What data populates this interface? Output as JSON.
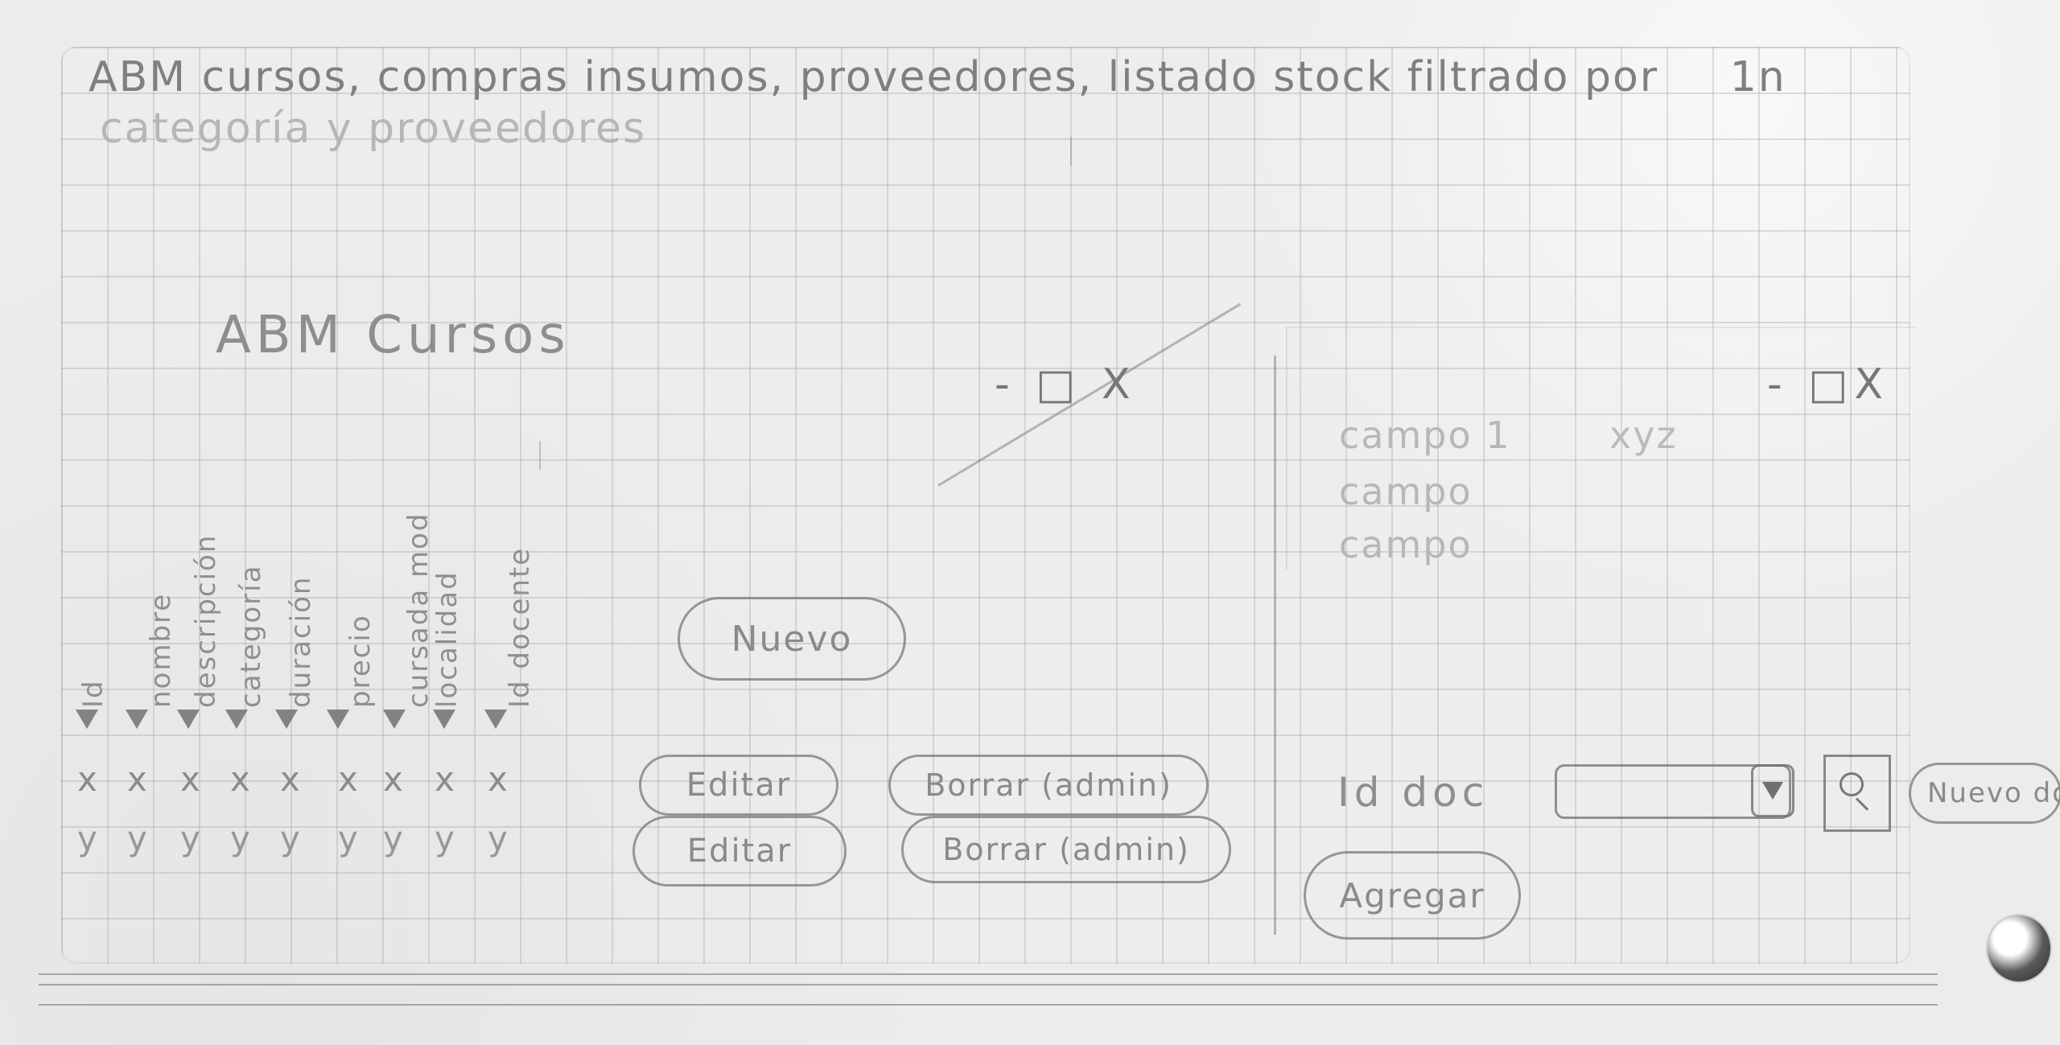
{
  "sketch": {
    "header": {
      "line1": "ABM cursos, compras insumos, proveedores, listado stock filtrado por",
      "line1_tail": "1n",
      "line2": "categoría y proveedores"
    },
    "title": "ABM Cursos",
    "left_window_controls": "- □ X",
    "right_window_controls": "- □X",
    "table": {
      "headers": [
        "Id",
        "nombre",
        "descripción",
        "categoría",
        "duración",
        "precio",
        "cursada mod",
        "localidad",
        "Id docente"
      ],
      "row_x": [
        "x",
        "x",
        "x",
        "x",
        "x",
        "x",
        "x",
        "x",
        "x"
      ],
      "row_y": [
        "y",
        "y",
        "y",
        "y",
        "y",
        "y",
        "y",
        "y",
        "y"
      ]
    },
    "buttons": {
      "new": "Nuevo",
      "edit_1": "Editar",
      "edit_2": "Editar",
      "delete_1": "Borrar (admin)",
      "delete_2": "Borrar (admin)",
      "add": "Agregar",
      "new_docente": "Nuevo do"
    },
    "detail_panel": {
      "field_1": "campo 1",
      "field_1_value": "xyz",
      "field_2": "campo",
      "field_3": "campo"
    },
    "docente": {
      "label": "Id doc"
    }
  }
}
